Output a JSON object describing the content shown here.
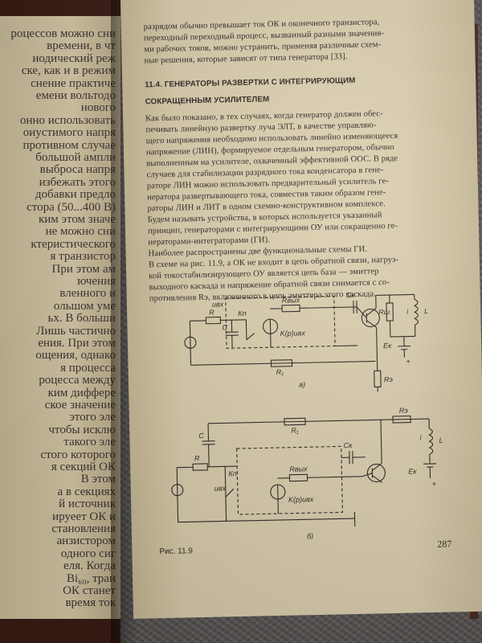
{
  "left_page": {
    "lines": [
      "роцессов можно сни",
      "времени, в чт",
      "иодический реж",
      "ске, как и в режим",
      "снение практиче",
      "емени вольтодо",
      "нового",
      "онно использовать",
      "оиустимого напря",
      "противном случае",
      "большой ампли",
      "выброса напря",
      "избежать этого",
      "добавки предло",
      "стора (50...400 В)",
      "ким этом значе",
      "не можно сни",
      "ктеристического",
      "я транзистор",
      "При этом ам",
      "ючения",
      "вленного и",
      "ольшом уме",
      "ьх. В больши",
      "Лишь частично",
      "ения. При этом",
      "ощения, однако",
      "я процесса",
      "роцесса между",
      "ким диффере",
      "ское значение",
      "этого эле",
      "чтобы исклю",
      "такого эле",
      "стого которого",
      "я секций ОК",
      "В этом",
      "а в секциях",
      "й источник",
      "ируеет ОК и",
      "становления",
      "анзистором",
      "одного сиг",
      "еля. Когда",
      "Bi₆₀, тран",
      "ОК станет",
      "время ток"
    ]
  },
  "right_page": {
    "text_lines_top": [
      "разрядом обычно превышает ток ОК и оконечного транзистора,",
      "переходный переходный процесс, вызванный разными значения-",
      "ми рабочих токов, можно устранить, применяя различные схем-",
      "ные решения, которые зависят от типа генератора [33]."
    ],
    "section_heading": [
      "11.4. ГЕНЕРАТОРЫ РАЗВЕРТКИ С ИНТЕГРИРУЮЩИМ",
      "СОКРАЩЕННЫМ УСИЛИТЕЛЕМ"
    ],
    "text_lines_body": [
      "Как было показано, в тех случаях, когда генератор должен обес-",
      "печивать линейную развертку луча ЭЛТ, в качестве управляю-",
      "щего напряжения необходимо использовать линейно изменяющееся",
      "напряжение (ЛИН), формируемое отдельным генератором, обычно",
      "выполненным на усилителе, охваченный эффективной ООС. В ряде",
      "случаев для стабилизации разрядного тока конденсатора в гене-",
      "раторе ЛИН можно использовать предварительный усилитель ге-",
      "нератора развертывающего тока, совместив таким образом гене-",
      "раторы ЛИН и ЛИТ в одном схемно-конструктивном комплексе.",
      "Будем называть устройства, в которых используется указанный",
      "принцип, генераторами с интегрирующими ОУ или сокращенно ге-",
      "нераторами-интеграторами (ГИ).",
      "Наиболее распространены две функциональные схемы ГИ.",
      "В схеме на рис. 11.9, а ОК не входит в цепь обратной связи, нагруз-",
      "кой токостабилизирующего ОУ является цепь база — эмиттер",
      "выходного каскада и напряжение обратной связи снимается с со-",
      "противления Rэ, включенного в цепь эмиттера этого каскада."
    ],
    "figure_labels": {
      "R": "R",
      "C": "C",
      "Kn": "Кп",
      "u_in": "uвх",
      "R_out": "Rвых",
      "source_expr": "K(p)uвх",
      "Ck": "Ск",
      "Rsh": "Rш",
      "i": "i",
      "L": "L",
      "Ek": "Eк",
      "R1": "R₁",
      "Re": "Rэ",
      "plus": "+",
      "sub_a": "а)",
      "sub_b": "б)"
    },
    "caption": "Рис. 11.9",
    "page_number": "287"
  }
}
